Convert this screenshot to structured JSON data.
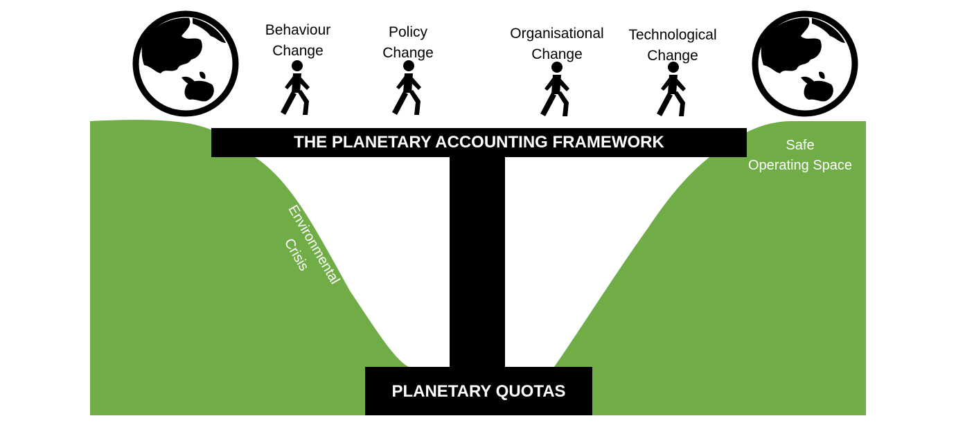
{
  "diagram": {
    "change_labels": [
      {
        "line1": "Behaviour",
        "line2": "Change"
      },
      {
        "line1": "Policy",
        "line2": "Change"
      },
      {
        "line1": "Organisational",
        "line2": "Change"
      },
      {
        "line1": "Technological",
        "line2": "Change"
      }
    ],
    "bridge_title": "THE PLANETARY ACCOUNTING FRAMEWORK",
    "foundation_title": "PLANETARY QUOTAS",
    "left_slope_label": {
      "line1": "Environmental",
      "line2": "Crisis"
    },
    "right_label": {
      "line1": "Safe",
      "line2": "Operating Space"
    },
    "colors": {
      "ground": "#70AD47",
      "structure": "#000000",
      "text_on_dark": "#FFFFFF",
      "background": "#FFFFFF"
    },
    "icons": [
      "globe-icon",
      "walking-person-icon",
      "walking-person-icon",
      "walking-person-icon",
      "walking-person-icon",
      "globe-icon"
    ]
  }
}
